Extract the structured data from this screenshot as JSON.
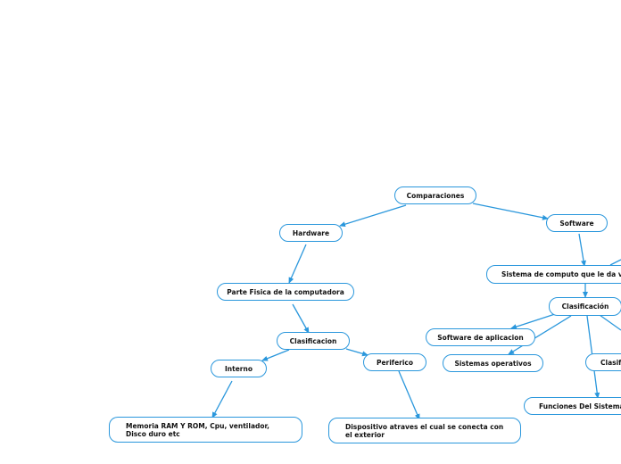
{
  "colors": {
    "accent": "#2a97dc",
    "text": "#111111",
    "background": "#ffffff"
  },
  "nodes": {
    "comparaciones": "Comparaciones",
    "hardware": "Hardware",
    "software": "Software",
    "parte_fisica": "Parte Fisica de la computadora",
    "clasificacion_hw": "Clasificacion",
    "interno": "Interno",
    "periferico": "Periferico",
    "memoria": "Memoria RAM Y ROM, Cpu, ventilador, Disco duro etc",
    "dispositivo": "Dispositivo atraves el cual se conecta con el exterior",
    "sistema_computo": "Sistema de computo que le da vida",
    "clasificacion_sw": "Clasificación",
    "software_aplicacion": "Software de aplicacion",
    "sistemas_operativos": "Sistemas operativos",
    "clasif_partial": "Clasifi",
    "funciones": "Funciones Del Sistemas"
  }
}
